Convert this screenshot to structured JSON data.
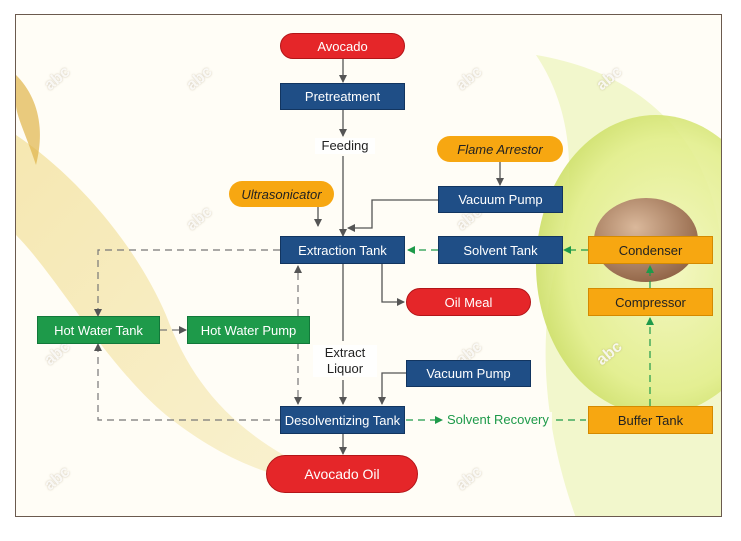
{
  "nodes": {
    "avocado": "Avocado",
    "pretreatment": "Pretreatment",
    "flame_arrestor": "Flame Arrestor",
    "ultrasonicator": "Ultrasonicator",
    "vacuum_pump_top": "Vacuum Pump",
    "extraction_tank": "Extraction Tank",
    "solvent_tank": "Solvent Tank",
    "condenser": "Condenser",
    "oil_meal": "Oil Meal",
    "compressor": "Compressor",
    "hot_water_tank": "Hot Water Tank",
    "hot_water_pump": "Hot Water Pump",
    "vacuum_pump_bottom": "Vacuum Pump",
    "desolventizing_tank": "Desolventizing Tank",
    "buffer_tank": "Buffer Tank",
    "avocado_oil": "Avocado Oil"
  },
  "labels": {
    "feeding": "Feeding",
    "extract_liquor": "Extract Liquor",
    "solvent_recovery": "Solvent Recovery"
  },
  "colors": {
    "process_blue": "#1f4e86",
    "product_red": "#e52629",
    "water_green": "#1e9a4a",
    "recovery_orange": "#f7a711"
  }
}
